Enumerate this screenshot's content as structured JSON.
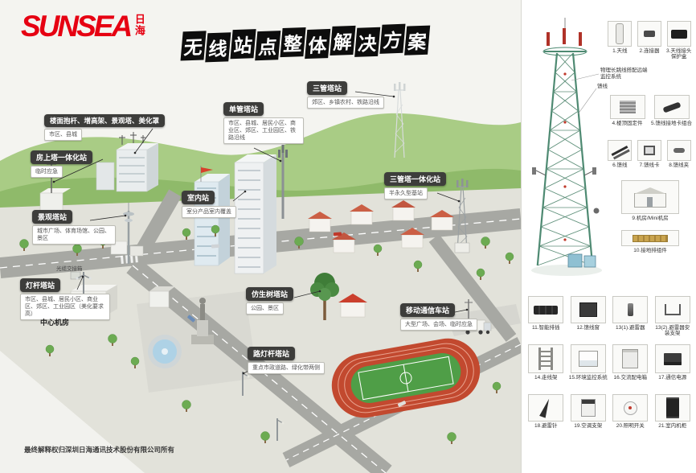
{
  "brand": {
    "name": "SUNSEA",
    "cn": "日海"
  },
  "title": "无线站点整体解决方案",
  "footer": {
    "copyright": "最终解释权归深圳日海通讯技术股份有限公司所有"
  },
  "scene": {
    "callouts": [
      {
        "title": "楼面抱杆、增高架、景观塔、美化罩",
        "desc": "市区、县城"
      },
      {
        "title": "房上塔一体化站",
        "desc": "临时应急"
      },
      {
        "title": "单管塔站",
        "desc": "市区、县城、居民小区、商业区、郊区、工业园区、铁路沿线"
      },
      {
        "title": "三管塔站",
        "desc": "郊区、乡镇农村、铁路沿线"
      },
      {
        "title": "三管塔一体化站",
        "desc": "半永久型基站"
      },
      {
        "title": "室内站",
        "desc": "室分产品室内覆盖"
      },
      {
        "title": "景观塔站",
        "desc": "城市广场、体育场馆、公园、景区"
      },
      {
        "title": "灯杆塔站",
        "desc": "市区、县城、居民小区、商业区、郊区、工业园区（美化要求高）"
      },
      {
        "title": "仿生树塔站",
        "desc": "公园、景区"
      },
      {
        "title": "移动通信车站",
        "desc": "大型广场、会场、临时应急"
      },
      {
        "title": "路灯杆塔站",
        "desc": "重点市政道路、绿化带两侧"
      }
    ],
    "labels": [
      {
        "text": "中心机房"
      },
      {
        "text": "光缆交接箱"
      }
    ]
  },
  "sidebar": {
    "annotations": [
      {
        "text": "物理长跳线搭配远端监控系统"
      },
      {
        "text": "馈线"
      }
    ],
    "products": [
      {
        "label": "1.天线"
      },
      {
        "label": "2.连接器"
      },
      {
        "label": "3.天线接头保护盒"
      },
      {
        "label": "4.楼顶固定件"
      },
      {
        "label": "5.馈线接地卡组合"
      },
      {
        "label": "6.馈线"
      },
      {
        "label": "7.馈线卡"
      },
      {
        "label": "8.馈线夹"
      },
      {
        "label": "9.机房/Mini机房"
      },
      {
        "label": "10.接地排组件"
      },
      {
        "label": "11.智能排插"
      },
      {
        "label": "12.馈线窗"
      },
      {
        "label": "13(1).避雷器"
      },
      {
        "label": "13(2).避雷器安装支架"
      },
      {
        "label": "14.走线架"
      },
      {
        "label": "15.环境监控系统"
      },
      {
        "label": "16.交流配电箱"
      },
      {
        "label": "17.通信电源"
      },
      {
        "label": "18.避雷针"
      },
      {
        "label": "19.空调支架"
      },
      {
        "label": "20.照明开关"
      },
      {
        "label": "21.室内机柜"
      }
    ]
  },
  "colors": {
    "accent": "#e60012",
    "hill": "#8fba6a",
    "road": "#a7a8a3",
    "track": "#c2492f",
    "field": "#4f9e47"
  }
}
